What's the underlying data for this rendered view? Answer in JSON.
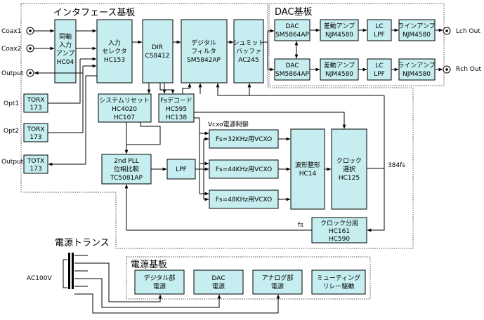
{
  "sections": {
    "interface": "インタフェース基板",
    "dac": "DAC基板",
    "power_board": "電源基板",
    "transformer": "電源トランス"
  },
  "io": {
    "coax1": "Coax1",
    "coax2": "Coax2",
    "output_top": "Output",
    "opt1": "Opt1",
    "opt2": "Opt2",
    "output_bottom": "Output",
    "lch_out": "Lch Out",
    "rch_out": "Rch Out",
    "ac100v": "AC100V"
  },
  "blocks": {
    "sync_amp": [
      "同軸",
      "入力",
      "アンプ",
      "HC04"
    ],
    "input_selector": [
      "入力",
      "セレクタ",
      "HC153"
    ],
    "dir": [
      "DIR",
      "CS8412"
    ],
    "digital_filter": [
      "デジタル",
      "フィルタ",
      "SM5842AP"
    ],
    "schmitt_buffer": [
      "シュミット",
      "バッファ",
      "AC245"
    ],
    "torx1": [
      "TORX",
      "173"
    ],
    "torx2": [
      "TORX",
      "173"
    ],
    "totx": [
      "TOTX",
      "173"
    ],
    "system_reset": [
      "システムリセット",
      "HC4020",
      "HC107"
    ],
    "fs_decode": [
      "Fsデコード",
      "HC595",
      "HC138"
    ],
    "pll": [
      "2nd PLL",
      "位相比較",
      "TC5081AP"
    ],
    "lpf_pll": [
      "LPF"
    ],
    "vcxo32": [
      "Fs=32KHz用VCXO"
    ],
    "vcxo44": [
      "Fs=44KHz用VCXO"
    ],
    "vcxo48": [
      "Fs=48KHz用VCXO"
    ],
    "waveshaper": [
      "波形整形",
      "HC14"
    ],
    "clock_select": [
      "クロック",
      "選択",
      "HC125"
    ],
    "clock_divider": [
      "クロック分周",
      "HC161",
      "HC590"
    ],
    "dac_l": [
      "DAC",
      "SM5864AP"
    ],
    "diff_amp_l": [
      "差動アンプ",
      "NJM4580"
    ],
    "lc_lpf_l": [
      "LC",
      "LPF"
    ],
    "line_amp_l": [
      "ラインアンプ",
      "NJM4580"
    ],
    "dac_r": [
      "DAC",
      "SM5864AP"
    ],
    "diff_amp_r": [
      "差動アンプ",
      "NJM4580"
    ],
    "lc_lpf_r": [
      "LC",
      "LPF"
    ],
    "line_amp_r": [
      "ラインアンプ",
      "NJM4580"
    ],
    "digital_power": [
      "デジタル部",
      "電源"
    ],
    "dac_power": [
      "DAC",
      "電源"
    ],
    "analog_power": [
      "アナログ部",
      "電源"
    ],
    "muting_relay": [
      "ミューティング",
      "リレー駆動"
    ]
  },
  "labels": {
    "vcxo_power": "Vcxo電源制御",
    "fs384": "384fs",
    "fs": "fs"
  }
}
